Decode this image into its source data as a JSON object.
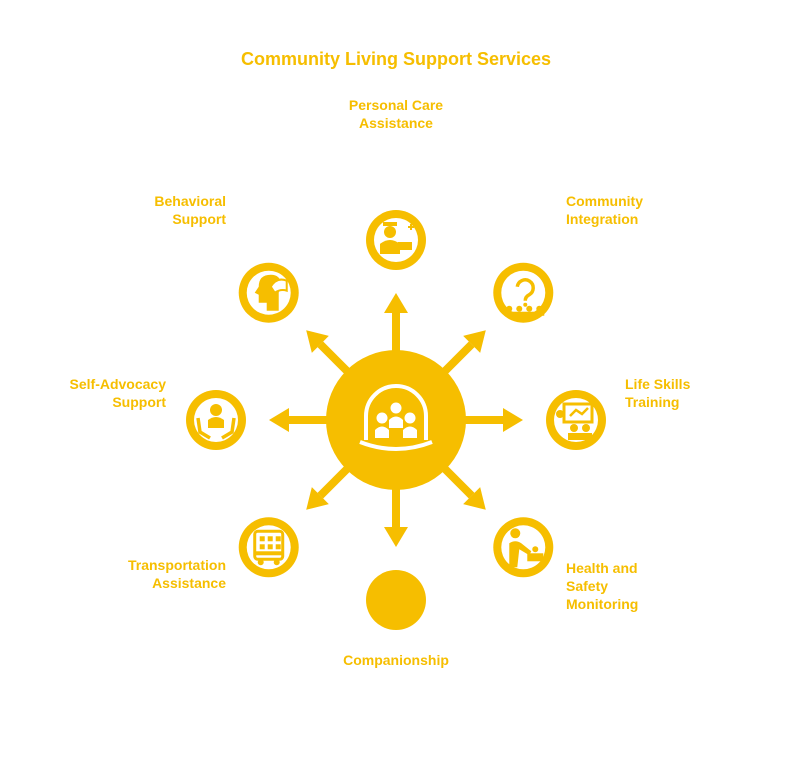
{
  "title": "Community Living Support Services",
  "accent_color": "#F6BE00",
  "center": {
    "icon": "community-group-icon"
  },
  "services": [
    {
      "id": "personal-care",
      "label": "Personal Care\nAssistance",
      "icon": "caregiver-icon"
    },
    {
      "id": "community-integration",
      "label": "Community\nIntegration",
      "icon": "question-audience-icon"
    },
    {
      "id": "life-skills",
      "label": "Life Skills\nTraining",
      "icon": "presentation-board-icon"
    },
    {
      "id": "health-safety",
      "label": "Health and\nSafety\nMonitoring",
      "icon": "patient-care-icon"
    },
    {
      "id": "companionship",
      "label": "Companionship",
      "icon": ""
    },
    {
      "id": "transportation",
      "label": "Transportation\nAssistance",
      "icon": "bus-icon"
    },
    {
      "id": "self-advocacy",
      "label": "Self-Advocacy\nSupport",
      "icon": "supporting-hands-icon"
    },
    {
      "id": "behavioral",
      "label": "Behavioral\nSupport",
      "icon": "mind-hand-icon"
    }
  ]
}
